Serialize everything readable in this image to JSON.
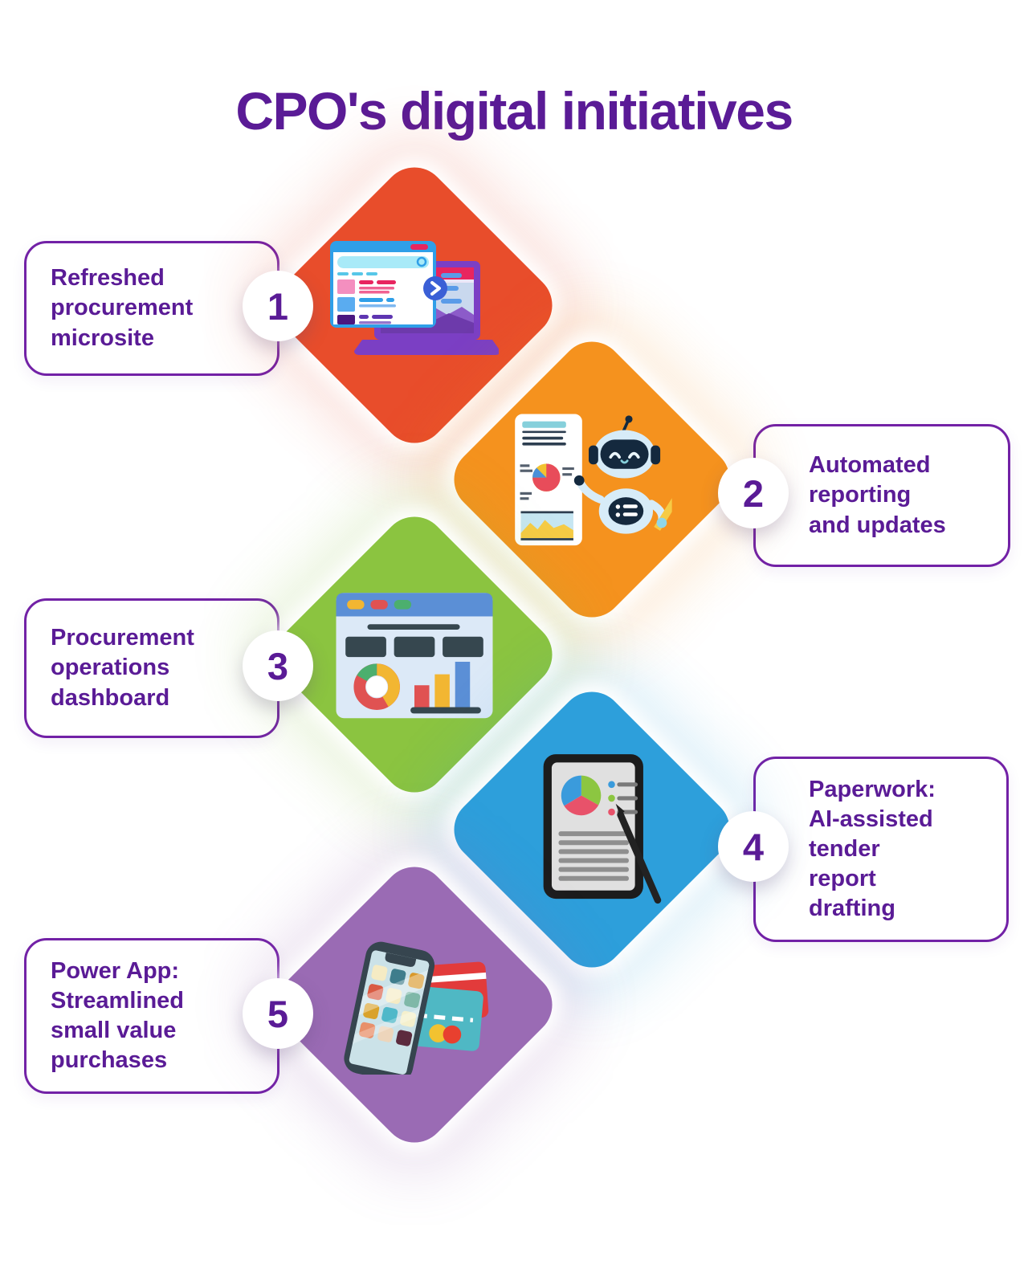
{
  "title": "CPO's digital initiatives",
  "items": [
    {
      "number": "1",
      "label": "Refreshed\nprocurement\nmicrosite",
      "diamond_color": "#E84D2B",
      "icon": "microsite-browser-laptop-icon",
      "label_side": "left"
    },
    {
      "number": "2",
      "label": "Automated\nreporting\nand updates",
      "diamond_color": "#F5921E",
      "icon": "robot-report-icon",
      "label_side": "right"
    },
    {
      "number": "3",
      "label": "Procurement\noperations\ndashboard",
      "diamond_color": "#8BC440",
      "icon": "dashboard-charts-icon",
      "label_side": "left"
    },
    {
      "number": "4",
      "label": "Paperwork:\nAI-assisted\ntender\nreport\ndrafting",
      "diamond_color": "#2D9FDB",
      "icon": "document-pen-icon",
      "label_side": "right"
    },
    {
      "number": "5",
      "label": "Power App:\nStreamlined\nsmall value\npurchases",
      "diamond_color": "#9A6BB4",
      "icon": "phone-credit-cards-icon",
      "label_side": "left"
    }
  ],
  "style_colors": {
    "title_text": "#5A1B96",
    "label_text": "#5A1B96",
    "box_border": "#7221A6",
    "number_text": "#5A1B96"
  }
}
